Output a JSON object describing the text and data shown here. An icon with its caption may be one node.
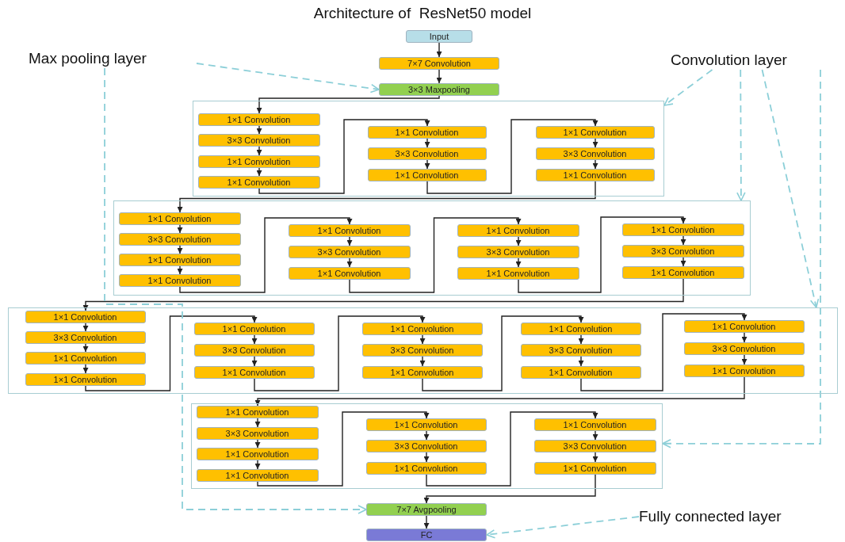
{
  "diagram": {
    "title": "Architecture of  ResNet50 model",
    "nodes": [
      {
        "text": [
          "Input"
        ]
      },
      {
        "text": [
          "7×7 Convolution"
        ]
      },
      {
        "text": [
          "3×3 Maxpooling"
        ]
      },
      {
        "text": [
          "Max pooling layer"
        ]
      },
      {
        "text": [
          "Convolution layer"
        ]
      },
      {
        "text": [],
        "shape": "box"
      },
      {
        "text": [
          "1×1 Convolution"
        ],
        "in": 5
      },
      {
        "text": [
          "3×3 Convolution"
        ],
        "in": 5
      },
      {
        "text": [
          "1×1 Convolution"
        ],
        "in": 5
      },
      {
        "text": [
          "1×1 Convolution"
        ],
        "in": 5
      },
      {
        "text": [
          "1×1 Convolution"
        ],
        "in": 5
      },
      {
        "text": [
          "3×3 Convolution"
        ],
        "in": 5
      },
      {
        "text": [
          "1×1 Convolution"
        ],
        "in": 5
      },
      {
        "text": [
          "1×1 Convolution"
        ],
        "in": 5
      },
      {
        "text": [
          "3×3 Convolution"
        ],
        "in": 5
      },
      {
        "text": [
          "1×1 Convolution"
        ],
        "in": 5
      },
      {
        "text": [],
        "shape": "box"
      },
      {
        "text": [
          "1×1 Convolution"
        ],
        "in": 16
      },
      {
        "text": [
          "3×3 Convolution"
        ],
        "in": 16
      },
      {
        "text": [
          "1×1 Convolution"
        ],
        "in": 16
      },
      {
        "text": [
          "1×1 Convolution"
        ],
        "in": 16
      },
      {
        "text": [
          "1×1 Convolution"
        ],
        "in": 16
      },
      {
        "text": [
          "3×3 Convolution"
        ],
        "in": 16
      },
      {
        "text": [
          "1×1 Convolution"
        ],
        "in": 16
      },
      {
        "text": [
          "1×1 Convolution"
        ],
        "in": 16
      },
      {
        "text": [
          "3×3 Convolution"
        ],
        "in": 16
      },
      {
        "text": [
          "1×1 Convolution"
        ],
        "in": 16
      },
      {
        "text": [
          "1×1 Convolution"
        ],
        "in": 16
      },
      {
        "text": [
          "3×3 Convolution"
        ],
        "in": 16
      },
      {
        "text": [
          "1×1 Convolution"
        ],
        "in": 16
      },
      {
        "text": [],
        "shape": "box"
      },
      {
        "text": [
          "1×1 Convolution"
        ],
        "in": 30
      },
      {
        "text": [
          "3×3 Convolution"
        ],
        "in": 30
      },
      {
        "text": [
          "1×1 Convolution"
        ],
        "in": 30
      },
      {
        "text": [
          "1×1 Convolution"
        ],
        "in": 30
      },
      {
        "text": [
          "1×1 Convolution"
        ],
        "in": 30
      },
      {
        "text": [
          "3×3 Convolution"
        ],
        "in": 30
      },
      {
        "text": [
          "1×1 Convolution"
        ],
        "in": 30
      },
      {
        "text": [
          "1×1 Convolution"
        ],
        "in": 30
      },
      {
        "text": [
          "3×3 Convolution"
        ],
        "in": 30
      },
      {
        "text": [
          "1×1 Convolution"
        ],
        "in": 30
      },
      {
        "text": [
          "1×1 Convolution"
        ],
        "in": 30
      },
      {
        "text": [
          "3×3 Convolution"
        ],
        "in": 30
      },
      {
        "text": [
          "1×1 Convolution"
        ],
        "in": 30
      },
      {
        "text": [
          "1×1 Convolution"
        ],
        "in": 30
      },
      {
        "text": [
          "3×3 Convolution"
        ],
        "in": 30
      },
      {
        "text": [
          "1×1 Convolution"
        ],
        "in": 30
      },
      {
        "text": [],
        "shape": "box"
      },
      {
        "text": [
          "1×1 Convolution"
        ],
        "in": 47
      },
      {
        "text": [
          "3×3 Convolution"
        ],
        "in": 47
      },
      {
        "text": [
          "1×1 Convolution"
        ],
        "in": 47
      },
      {
        "text": [
          "1×1 Convolution"
        ],
        "in": 47
      },
      {
        "text": [
          "1×1 Convolution"
        ],
        "in": 47
      },
      {
        "text": [
          "3×3 Convolution"
        ],
        "in": 47
      },
      {
        "text": [
          "1×1 Convolution"
        ],
        "in": 47
      },
      {
        "text": [
          "1×1 Convolution"
        ],
        "in": 47
      },
      {
        "text": [
          "3×3 Convolution"
        ],
        "in": 47
      },
      {
        "text": [
          "1×1 Convolution"
        ],
        "in": 47
      },
      {
        "text": [
          "7×7 Avgpooling"
        ]
      },
      {
        "text": [
          "Fully connected layer"
        ]
      },
      {
        "text": [
          "FC"
        ]
      }
    ],
    "edges": [
      {
        "from": 0,
        "to": 1,
        "arrow": "to"
      },
      {
        "from": 1,
        "to": 2,
        "arrow": "to"
      },
      {
        "from": 2,
        "to": 6,
        "arrow": "to"
      },
      {
        "from": 6,
        "to": 7,
        "arrow": "to"
      },
      {
        "from": 7,
        "to": 8,
        "arrow": "to"
      },
      {
        "from": 8,
        "to": 9,
        "arrow": "to"
      },
      {
        "from": 9,
        "to": 10,
        "arrow": "to"
      },
      {
        "from": 10,
        "to": 11,
        "arrow": "to"
      },
      {
        "from": 11,
        "to": 12,
        "arrow": "to"
      },
      {
        "from": 12,
        "to": 13,
        "arrow": "to"
      },
      {
        "from": 13,
        "to": 14,
        "arrow": "to"
      },
      {
        "from": 14,
        "to": 15,
        "arrow": "to"
      },
      {
        "from": 15,
        "to": 17,
        "arrow": "to"
      },
      {
        "from": 17,
        "to": 18,
        "arrow": "to"
      },
      {
        "from": 18,
        "to": 19,
        "arrow": "to"
      },
      {
        "from": 19,
        "to": 20,
        "arrow": "to"
      },
      {
        "from": 20,
        "to": 21,
        "arrow": "to"
      },
      {
        "from": 21,
        "to": 22,
        "arrow": "to"
      },
      {
        "from": 22,
        "to": 23,
        "arrow": "to"
      },
      {
        "from": 23,
        "to": 24,
        "arrow": "to"
      },
      {
        "from": 24,
        "to": 25,
        "arrow": "to"
      },
      {
        "from": 25,
        "to": 26,
        "arrow": "to"
      },
      {
        "from": 26,
        "to": 27,
        "arrow": "to"
      },
      {
        "from": 27,
        "to": 28,
        "arrow": "to"
      },
      {
        "from": 28,
        "to": 29,
        "arrow": "to"
      },
      {
        "from": 29,
        "to": 31,
        "arrow": "to"
      },
      {
        "from": 31,
        "to": 32,
        "arrow": "to"
      },
      {
        "from": 32,
        "to": 33,
        "arrow": "to"
      },
      {
        "from": 33,
        "to": 34,
        "arrow": "to"
      },
      {
        "from": 34,
        "to": 35,
        "arrow": "to"
      },
      {
        "from": 35,
        "to": 36,
        "arrow": "to"
      },
      {
        "from": 36,
        "to": 37,
        "arrow": "to"
      },
      {
        "from": 37,
        "to": 38,
        "arrow": "to"
      },
      {
        "from": 38,
        "to": 39,
        "arrow": "to"
      },
      {
        "from": 39,
        "to": 40,
        "arrow": "to"
      },
      {
        "from": 40,
        "to": 41,
        "arrow": "to"
      },
      {
        "from": 41,
        "to": 42,
        "arrow": "to"
      },
      {
        "from": 42,
        "to": 43,
        "arrow": "to"
      },
      {
        "from": 43,
        "to": 44,
        "arrow": "to"
      },
      {
        "from": 44,
        "to": 45,
        "arrow": "to"
      },
      {
        "from": 45,
        "to": 46,
        "arrow": "to"
      },
      {
        "from": 46,
        "to": 48,
        "arrow": "to"
      },
      {
        "from": 48,
        "to": 49,
        "arrow": "to"
      },
      {
        "from": 49,
        "to": 50,
        "arrow": "to"
      },
      {
        "from": 50,
        "to": 51,
        "arrow": "to"
      },
      {
        "from": 51,
        "to": 52,
        "arrow": "to"
      },
      {
        "from": 52,
        "to": 53,
        "arrow": "to"
      },
      {
        "from": 53,
        "to": 54,
        "arrow": "to"
      },
      {
        "from": 54,
        "to": 55,
        "arrow": "to"
      },
      {
        "from": 55,
        "to": 56,
        "arrow": "to"
      },
      {
        "from": 56,
        "to": 57,
        "arrow": "to"
      },
      {
        "from": 57,
        "to": 58,
        "arrow": "to"
      },
      {
        "from": 58,
        "to": 60,
        "arrow": "to"
      },
      {
        "from": 3,
        "to": 2,
        "arrow": "to",
        "style": "dashed",
        "color": "#8ccfd8"
      },
      {
        "from": 3,
        "to": 58,
        "arrow": "to",
        "style": "dashed",
        "color": "#8ccfd8"
      },
      {
        "from": 4,
        "to": 5,
        "arrow": "to",
        "style": "dashed",
        "color": "#8ccfd8"
      },
      {
        "from": 4,
        "to": 16,
        "arrow": "to",
        "style": "dashed",
        "color": "#8ccfd8"
      },
      {
        "from": 4,
        "to": 30,
        "arrow": "to",
        "style": "dashed",
        "color": "#8ccfd8"
      },
      {
        "from": 4,
        "to": 47,
        "arrow": "to",
        "style": "dashed",
        "color": "#8ccfd8"
      },
      {
        "from": 59,
        "to": 60,
        "arrow": "to",
        "style": "dashed",
        "color": "#8ccfd8"
      }
    ]
  }
}
